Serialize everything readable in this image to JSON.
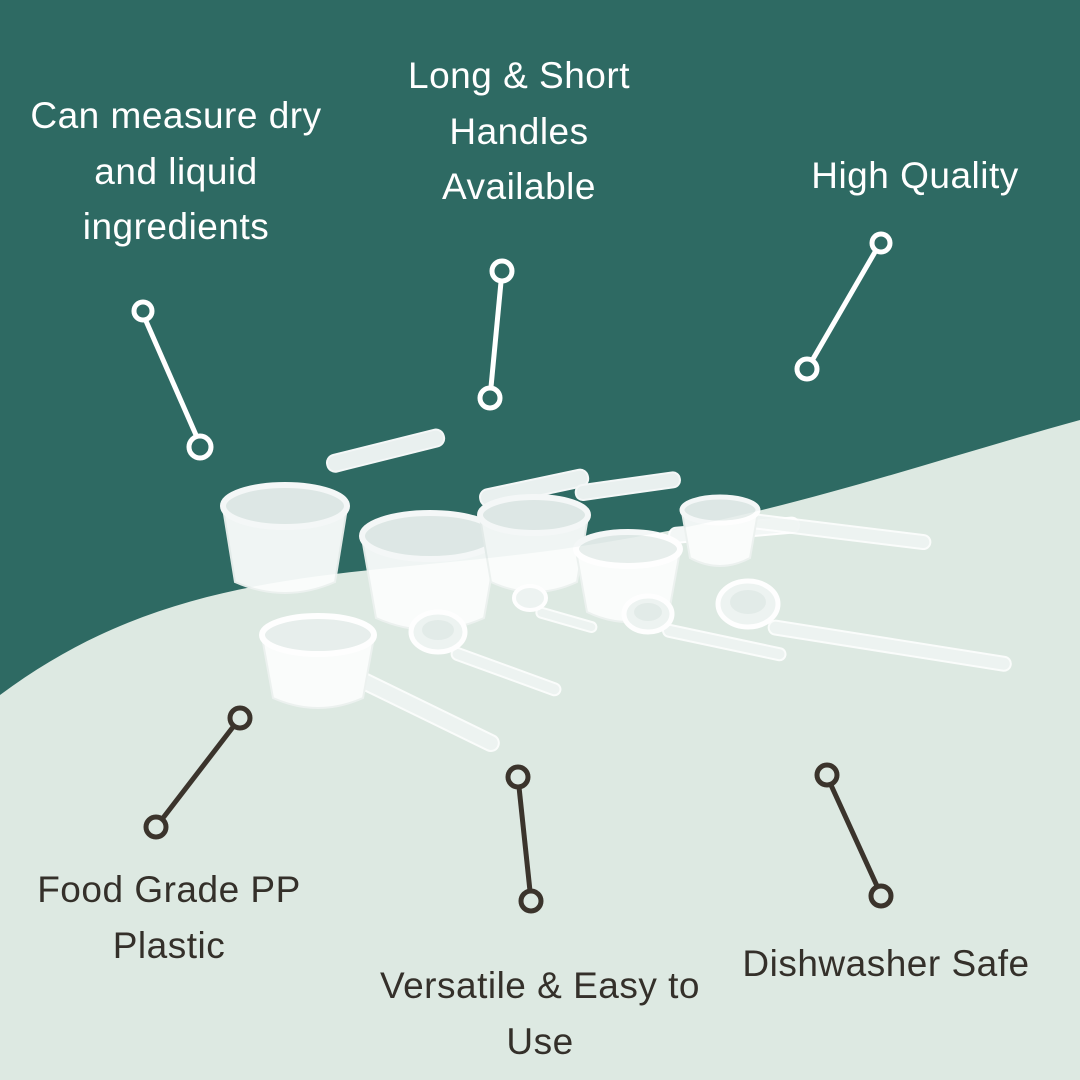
{
  "callouts": {
    "top_left": {
      "label": "Can measure dry\nand liquid\ningredients"
    },
    "top_center": {
      "label": "Long & Short\nHandles\nAvailable"
    },
    "top_right": {
      "label": "High Quality"
    },
    "bottom_left": {
      "label": "Food Grade PP\nPlastic"
    },
    "bottom_center": {
      "label": "Versatile & Easy to\nUse"
    },
    "bottom_right": {
      "label": "Dishwasher Safe"
    }
  },
  "image": {
    "alt": "Set of white plastic measuring scoops and spoons with long and short handles"
  },
  "colors": {
    "background_teal": "#2E6A63",
    "background_mint": "#DDE9E2",
    "light_text": "#FFFFFF",
    "dark_text": "#34302A",
    "connector_light": "#FFFFFF",
    "connector_dark": "#3B342C"
  }
}
